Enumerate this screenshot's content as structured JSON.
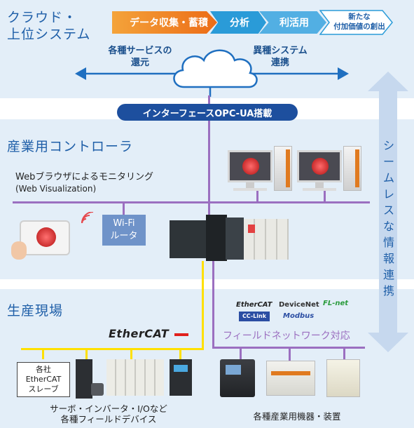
{
  "cloud_zone": {
    "title_line1": "クラウド・",
    "title_line2": "上位システム",
    "flow": [
      "データ収集・蓄積",
      "分析",
      "利活用"
    ],
    "flow_last_line1": "新たな",
    "flow_last_line2": "付加価値の創出",
    "left_arrow_line1": "各種サービスの",
    "left_arrow_line2": "還元",
    "right_arrow_line1": "異種システム",
    "right_arrow_line2": "連携"
  },
  "interface_label": "インターフェースOPC-UA搭載",
  "controller_zone": {
    "title": "産業用コントローラ",
    "web_line1": "Webブラウザによるモニタリング",
    "web_line2": "(Web Visualization)",
    "wifi_line1": "Wi-Fi",
    "wifi_line2": "ルータ"
  },
  "seamless": [
    "シ",
    "ー",
    "ム",
    "レ",
    "ス",
    "な",
    "情",
    "報",
    "連",
    "携"
  ],
  "field_zone": {
    "title": "生産現場",
    "ethercat_logo": "EtherCAT",
    "network_logos": [
      "EtherCAT",
      "DeviceNet",
      "FL-net",
      "CC-Link",
      "Modbus"
    ],
    "network_label": "フィールドネットワーク対応",
    "slave_line1": "各社",
    "slave_line2": "EtherCAT",
    "slave_line3": "スレーブ",
    "left_caption_line1": "サーボ・インバータ・I/Oなど",
    "left_caption_line2": "各種フィールドデバイス",
    "right_caption": "各種産業用機器・装置"
  },
  "colors": {
    "flow1": "#ef7d1a",
    "flow2": "#2a9bd8",
    "flow3": "#4aa8e0",
    "accent_blue": "#1f5fa8",
    "network_purple": "#9b6fc0",
    "ethercat_yellow": "#ffe000"
  }
}
